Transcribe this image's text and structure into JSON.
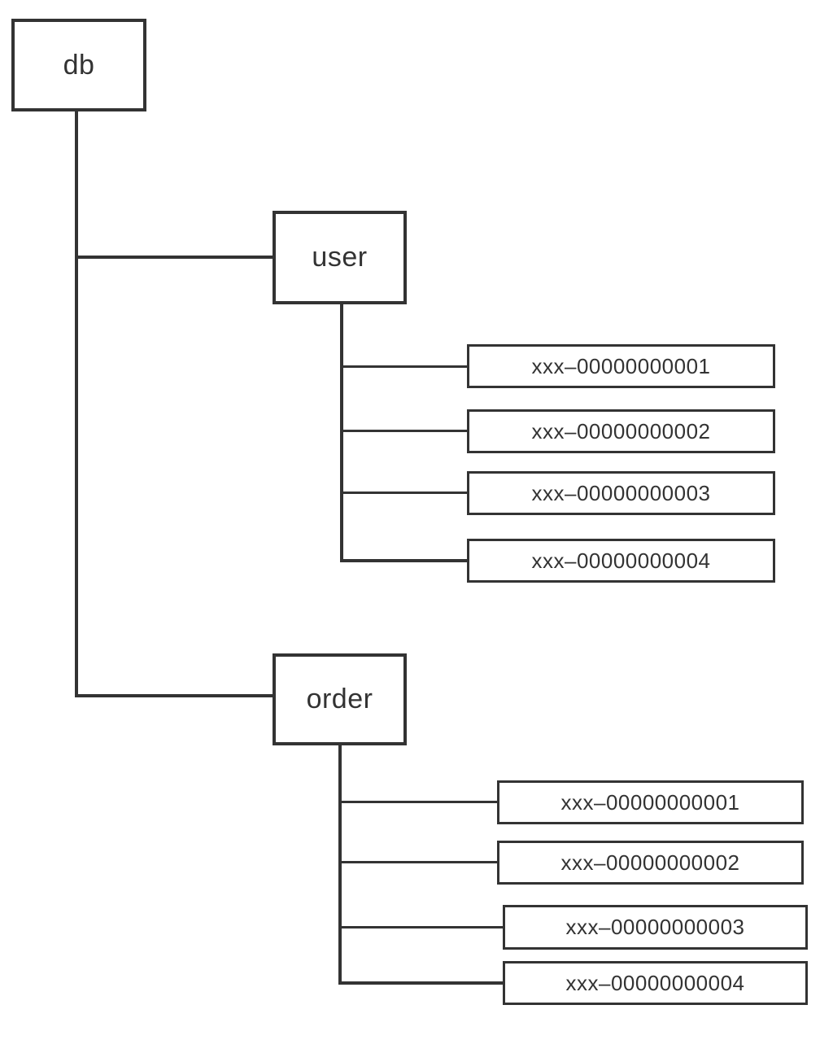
{
  "colors": {
    "line": "#333333",
    "background": "#ffffff",
    "text": "#333333"
  },
  "tree": {
    "root": {
      "label": "db"
    },
    "children": [
      {
        "label": "user",
        "leaves": [
          "xxx–00000000001",
          "xxx–00000000002",
          "xxx–00000000003",
          "xxx–00000000004"
        ]
      },
      {
        "label": "order",
        "leaves": [
          "xxx–00000000001",
          "xxx–00000000002",
          "xxx–00000000003",
          "xxx–00000000004"
        ]
      }
    ]
  }
}
